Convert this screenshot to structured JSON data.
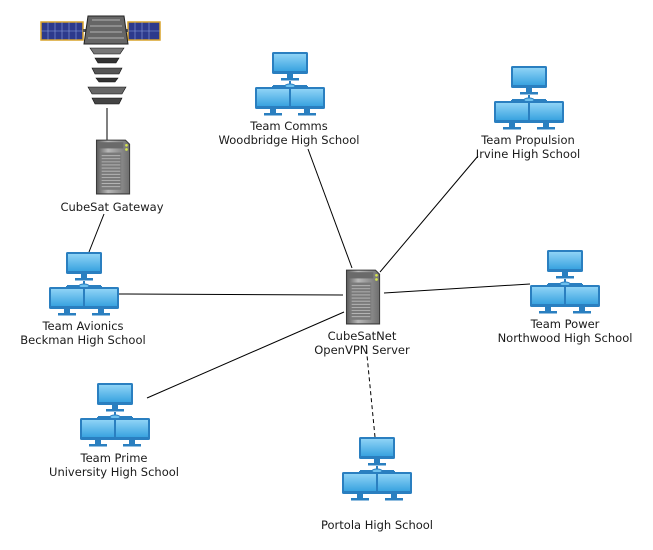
{
  "nodes": {
    "satellite": {
      "icon": "satellite-icon"
    },
    "gateway": {
      "icon": "server-icon",
      "line1": "CubeSat Gateway"
    },
    "server": {
      "icon": "server-icon",
      "line1": "CubeSatNet",
      "line2": "OpenVPN Server"
    },
    "comms": {
      "icon": "network-icon",
      "line1": "Team Comms",
      "line2": "Woodbridge High School"
    },
    "propulsion": {
      "icon": "network-icon",
      "line1": "Team Propulsion",
      "line2": "Irvine High School"
    },
    "avionics": {
      "icon": "network-icon",
      "line1": "Team Avionics",
      "line2": "Beckman High School"
    },
    "power": {
      "icon": "network-icon",
      "line1": "Team Power",
      "line2": "Northwood High School"
    },
    "prime": {
      "icon": "network-icon",
      "line1": "Team Prime",
      "line2": "University High School"
    },
    "portola": {
      "icon": "network-icon",
      "line1": "Portola High School"
    }
  },
  "links": [
    {
      "from": "satellite",
      "to": "gateway",
      "style": "solid"
    },
    {
      "from": "gateway",
      "to": "avionics",
      "style": "solid"
    },
    {
      "from": "avionics",
      "to": "server",
      "style": "solid"
    },
    {
      "from": "comms",
      "to": "server",
      "style": "solid"
    },
    {
      "from": "propulsion",
      "to": "server",
      "style": "solid"
    },
    {
      "from": "power",
      "to": "server",
      "style": "solid"
    },
    {
      "from": "prime",
      "to": "server",
      "style": "solid"
    },
    {
      "from": "portola",
      "to": "server",
      "style": "dashed"
    }
  ],
  "colors": {
    "monitor_frame": "#2a7fc0",
    "monitor_screen": "#6ec1ee",
    "server_body": "#8a8a8a",
    "server_dark": "#4a4a4a",
    "line": "#000000"
  }
}
